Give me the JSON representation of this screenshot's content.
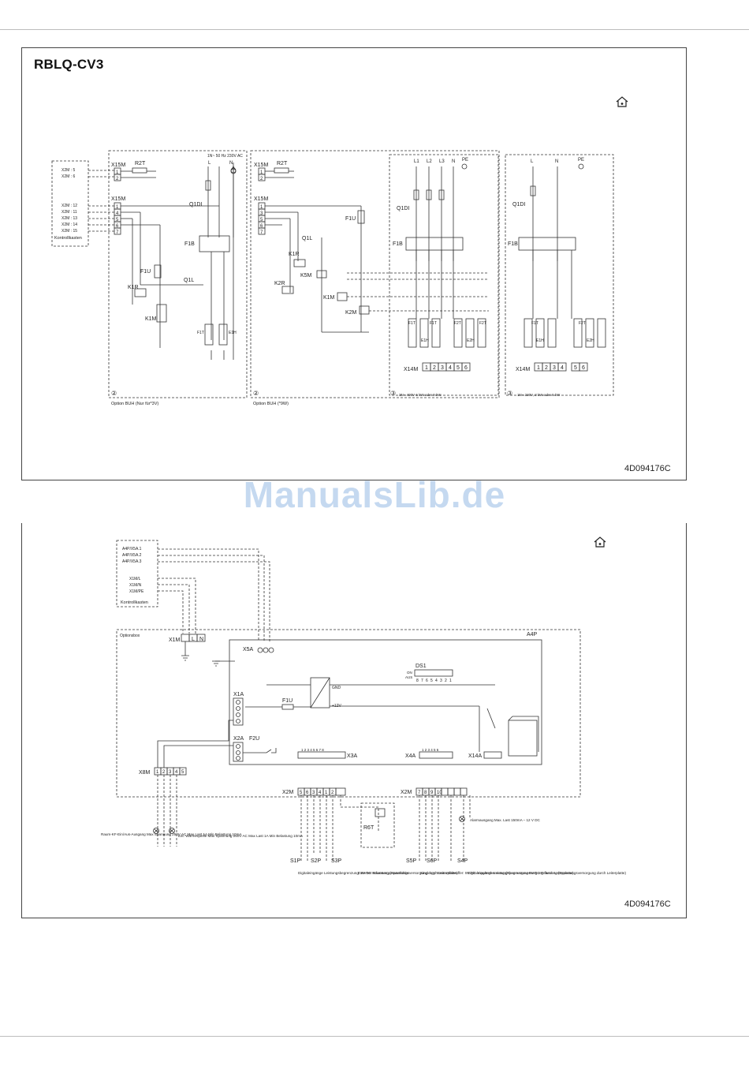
{
  "page": {
    "model_title": "RBLQ-CV3",
    "watermark": "ManualsLib.de"
  },
  "diagram1": {
    "doc_number": "4D094176C",
    "connector_refs": [
      "X2M : 5",
      "X2M : 6",
      "X2M : 12",
      "X2M : 11",
      "X2M : 13",
      "X2M : 14",
      "X2M : 15"
    ],
    "control_box": "Kontrollkasten",
    "sections": [
      {
        "marker": "2",
        "caption": "Option BUH (Nur für*3V)",
        "supply": "1N~ 50 Hz 230V AC",
        "labels": [
          "X15M",
          "R2T",
          "Q1DI",
          "F1B",
          "F1U",
          "K1R",
          "K1M",
          "Q1L",
          "F1T",
          "E1H",
          "L",
          "N"
        ]
      },
      {
        "marker": "2",
        "caption": "Option BUH (*9W)",
        "labels": [
          "X15M",
          "R2T",
          "F1U",
          "Q1L",
          "K1R",
          "K2R",
          "K5M",
          "K1M",
          "K2M"
        ]
      },
      {
        "marker": "3",
        "caption": "3N~ 400V 6 kW oder 9 kW",
        "labels": [
          "L1",
          "L2",
          "L3",
          "N",
          "PE",
          "Q1DI",
          "F1B",
          "F1T",
          "F2T",
          "E1H",
          "E2H",
          "E3H",
          "X14M"
        ]
      },
      {
        "marker": "3",
        "caption": "1N~ 230V, 3 kW oder 6 kW",
        "labels": [
          "L",
          "N",
          "PE",
          "Q1DI",
          "F1B",
          "F1T",
          "F2T",
          "E1H",
          "E2H",
          "E3H",
          "X14M"
        ]
      }
    ]
  },
  "diagram2": {
    "doc_number": "4D094176C",
    "control_box": "Kontrollkasten",
    "option_box": "Optionsbox",
    "refs_top": [
      "A4P/X5A.1",
      "A4P/X5A.2",
      "A4P/X5A.3"
    ],
    "refs_mid": [
      "X1M/L",
      "X1M/N",
      "X1M/PE"
    ],
    "labels": [
      "X1M",
      "X5A",
      "A4P",
      "DS1",
      "ON",
      "AUS",
      "GND",
      "+12V",
      "F1U",
      "F2U",
      "X1A",
      "X2A",
      "X3A",
      "X4A",
      "X14A",
      "X8M",
      "X2M",
      "R6T",
      "S1P",
      "S2P",
      "S3P",
      "S5P",
      "S6P",
      "S4P"
    ],
    "x1m_terminals": [
      "",
      "L",
      "N"
    ],
    "x8m_terminals": [
      "1",
      "2",
      "3",
      "4",
      "5"
    ],
    "ds1_digits": [
      "8",
      "7",
      "6",
      "5",
      "4",
      "3",
      "2",
      "1"
    ],
    "notes": [
      "Raum-KF-Ein/Aus-Ausgang Max Spannung 250V AC Max Last 1A Min Belastung 10mA",
      "Ext. Wärmequelle Max Spannung 250V AC Max Last 1A Min Belastung 10mA",
      "Alarmausgang Max. Last 150mA – 12 V DC",
      "Digitaleingänge Leistungsbegrenzung: 5V DC Erfassung (Spannungsversorgung durch Leiterplatte)",
      "Externer Raumtemperaturfühler",
      "Singlergy Stromzähleruffer: 5V DC Impulserkennung (Spannungsversorgung durch Leiterplatte)",
      "Digitaleingänge Leistungsbegrenzung 5V DC Erfassung (Spannungsversorgung durch Leiterplatte)"
    ]
  }
}
